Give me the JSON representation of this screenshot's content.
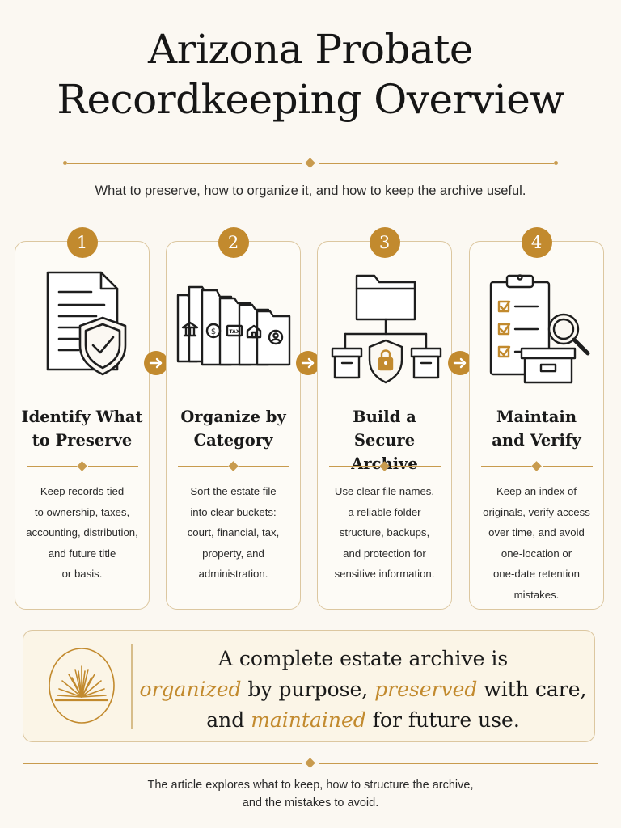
{
  "title": {
    "line1": "Arizona Probate",
    "line2": "Recordkeeping Overview"
  },
  "subtitle": "What to preserve, how to organize it, and how to keep the archive useful.",
  "steps": [
    {
      "number": "1",
      "title_line1": "Identify What",
      "title_line2": "to Preserve",
      "body": [
        "Keep records tied",
        "to ownership, taxes,",
        "accounting, distribution,",
        "and future title",
        "or basis."
      ],
      "icon": "document-shield-icon"
    },
    {
      "number": "2",
      "title_line1": "Organize by",
      "title_line2": "Category",
      "body": [
        "Sort the estate file",
        "into clear buckets:",
        "court, financial, tax,",
        "property, and",
        "administration."
      ],
      "icon": "folders-icon",
      "folder_labels": [
        "TAX"
      ]
    },
    {
      "number": "3",
      "title_line1": "Build a",
      "title_line2": "Secure Archive",
      "body": [
        "Use clear file names,",
        "a reliable folder",
        "structure, backups,",
        "and protection for",
        "sensitive information."
      ],
      "icon": "archive-lock-icon"
    },
    {
      "number": "4",
      "title_line1": "Maintain",
      "title_line2": "and Verify",
      "body": [
        "Keep an index of",
        "originals, verify access",
        "over time, and avoid",
        "one-location or",
        "one-date retention",
        "mistakes."
      ],
      "icon": "checklist-magnifier-icon"
    }
  ],
  "summary": {
    "line1": "A complete estate archive is",
    "w_organized": "organized",
    "t_by_purpose": " by purpose, ",
    "w_preserved": "preserved",
    "t_with_care": " with care,",
    "t_and": "and ",
    "w_maintained": "maintained",
    "t_future": " for future use."
  },
  "footer": {
    "line1": "The article explores what to keep, how to structure the archive,",
    "line2": "and the mistakes to avoid."
  },
  "colors": {
    "accent": "#c28a2e",
    "border": "#dcc7a0",
    "background": "#fbf8f2",
    "ink": "#1e1e1e"
  }
}
